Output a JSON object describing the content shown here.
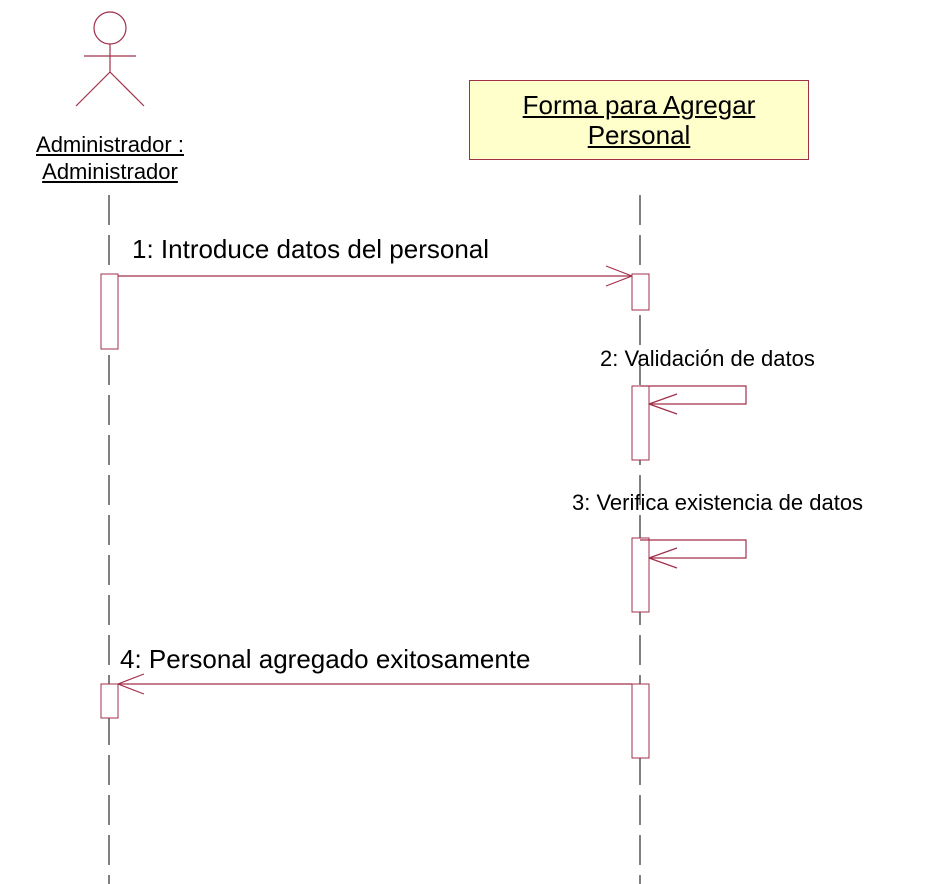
{
  "actor": {
    "line1": "Administrador :",
    "line2": "Administrador"
  },
  "object": {
    "line1": "Forma para Agregar",
    "line2": "Personal"
  },
  "messages": [
    {
      "label": "1: Introduce datos del personal"
    },
    {
      "label": "2: Validación de datos"
    },
    {
      "label": "3: Verifica existencia de datos"
    },
    {
      "label": "4: Personal agregado exitosamente"
    }
  ],
  "colors": {
    "object_fill": "#ffffcc",
    "line_color": "#a0304a",
    "lifeline_color": "#000000"
  }
}
